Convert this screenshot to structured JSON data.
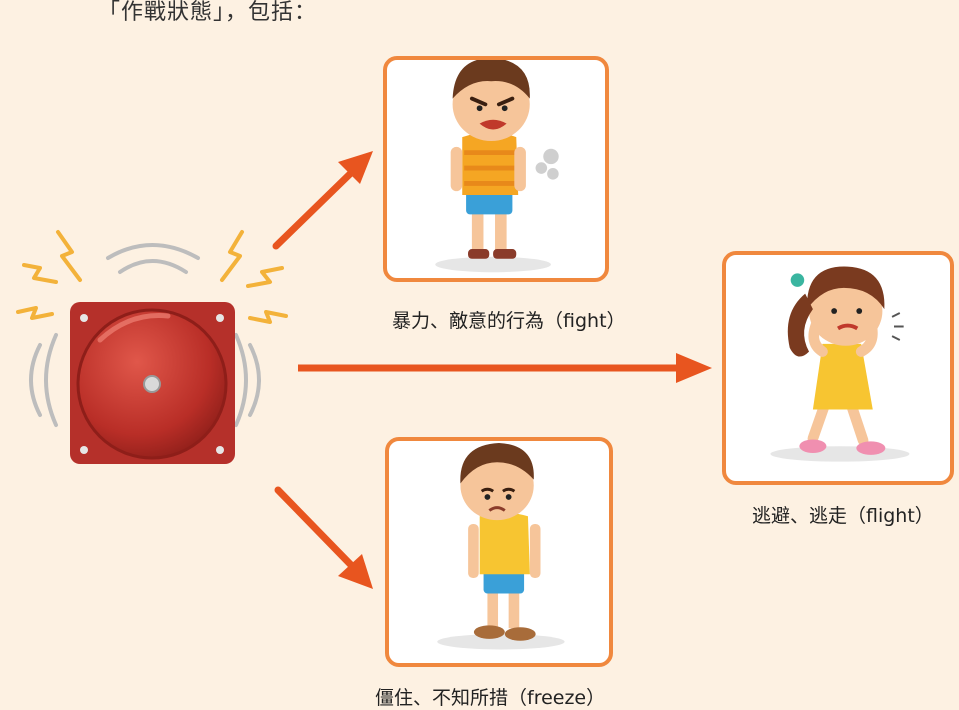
{
  "header": {
    "text": "「作戰狀態」，包括："
  },
  "colors": {
    "background": "#fdf1e2",
    "card_border": "#f0883e",
    "arrow": "#e8551f",
    "alarm_red": "#c8342c",
    "spark_yellow": "#f3b23a"
  },
  "stimulus": {
    "icon": "alarm-bell-icon"
  },
  "responses": [
    {
      "id": "fight",
      "label": "暴力、敵意的行為（fight）",
      "icon": "angry-boy-icon"
    },
    {
      "id": "flight",
      "label": "逃避、逃走（flight）",
      "icon": "scared-girl-icon"
    },
    {
      "id": "freeze",
      "label": "僵住、不知所措（freeze）",
      "icon": "sad-boy-icon"
    }
  ]
}
